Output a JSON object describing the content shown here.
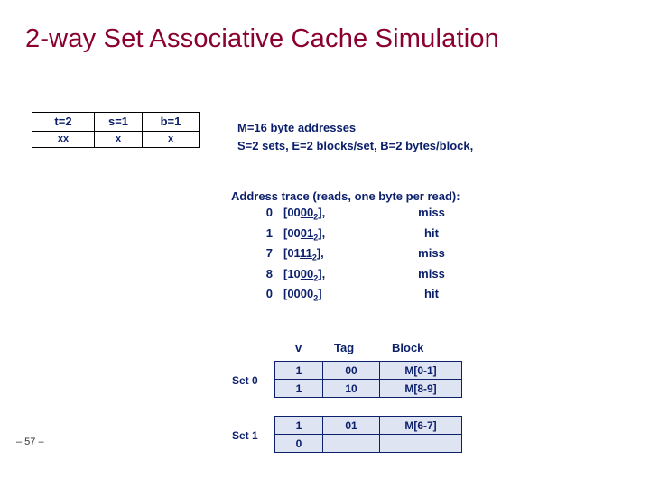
{
  "slide": {
    "title": "2-way Set Associative Cache Simulation",
    "page_number": "– 57 –"
  },
  "address_format": {
    "headers": [
      "t=2",
      "s=1",
      "b=1"
    ],
    "values": [
      "xx",
      "x",
      "x"
    ]
  },
  "description": {
    "line1": "M=16 byte addresses",
    "line2": "S=2 sets, E=2 blocks/set, B=2 bytes/block,"
  },
  "trace": {
    "heading": "Address trace (reads, one byte per read):",
    "rows": [
      {
        "addr": "0",
        "prefix": "[00",
        "underline": "00",
        "suffix": "2],",
        "result": "miss"
      },
      {
        "addr": "1",
        "prefix": "[00",
        "underline": "01",
        "suffix": "2],",
        "result": "hit"
      },
      {
        "addr": "7",
        "prefix": "[01",
        "underline": "11",
        "suffix": "2],",
        "result": "miss"
      },
      {
        "addr": "8",
        "prefix": "[10",
        "underline": "00",
        "suffix": "2],",
        "result": "miss"
      },
      {
        "addr": "0",
        "prefix": "[00",
        "underline": "00",
        "suffix": "2]",
        "result": "hit"
      }
    ]
  },
  "cache": {
    "headers": {
      "v": "v",
      "tag": "Tag",
      "block": "Block"
    },
    "sets": [
      {
        "label": "Set 0",
        "lines": [
          {
            "v": "1",
            "tag": "00",
            "block": "M[0-1]"
          },
          {
            "v": "1",
            "tag": "10",
            "block": "M[8-9]"
          }
        ]
      },
      {
        "label": "Set 1",
        "lines": [
          {
            "v": "1",
            "tag": "01",
            "block": "M[6-7]"
          },
          {
            "v": "0",
            "tag": "",
            "block": ""
          }
        ]
      }
    ]
  }
}
